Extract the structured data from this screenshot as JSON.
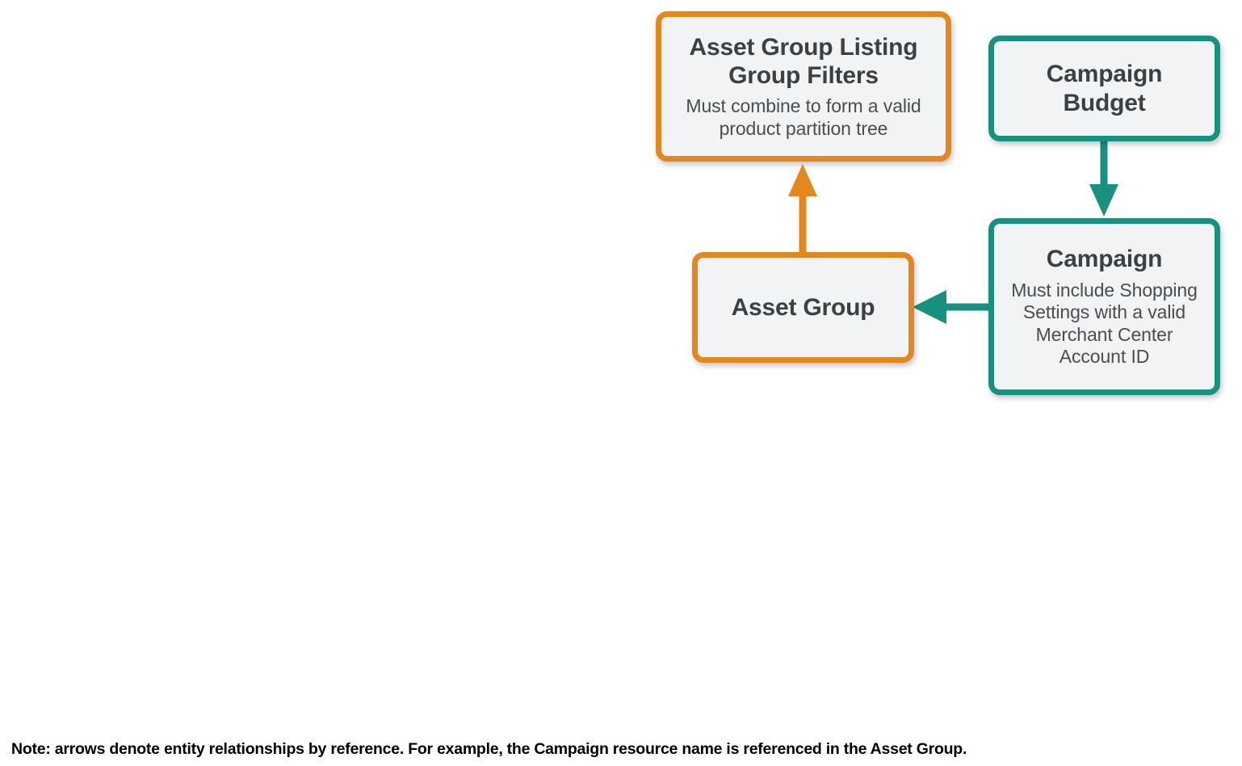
{
  "diagram": {
    "colors": {
      "orange": "#e4871f",
      "teal": "#1a9081",
      "node_fill": "#f1f3f4",
      "title_text": "#3c4043",
      "desc_text": "#4a4d50",
      "background": "#ffffff"
    },
    "nodes": [
      {
        "id": "asset-group-listing-group-filters",
        "title": "Asset Group Listing Group Filters",
        "description": "Must combine to form a valid product partition tree",
        "color": "orange"
      },
      {
        "id": "campaign-budget",
        "title": "Campaign Budget",
        "description": "",
        "color": "teal"
      },
      {
        "id": "asset-group",
        "title": "Asset Group",
        "description": "",
        "color": "orange"
      },
      {
        "id": "campaign",
        "title": "Campaign",
        "description": "Must include Shopping Settings with a valid Merchant Center Account ID",
        "color": "teal"
      }
    ],
    "connectors": [
      {
        "id": "asset-group-to-filters",
        "from": "asset-group",
        "to": "asset-group-listing-group-filters",
        "direction": "up",
        "color": "orange"
      },
      {
        "id": "campaign-budget-to-campaign",
        "from": "campaign-budget",
        "to": "campaign",
        "direction": "down",
        "color": "teal"
      },
      {
        "id": "campaign-to-asset-group",
        "from": "campaign",
        "to": "asset-group",
        "direction": "left",
        "color": "teal"
      }
    ],
    "note": "Note: arrows denote entity relationships by reference. For example, the Campaign resource name is referenced in the Asset Group."
  }
}
